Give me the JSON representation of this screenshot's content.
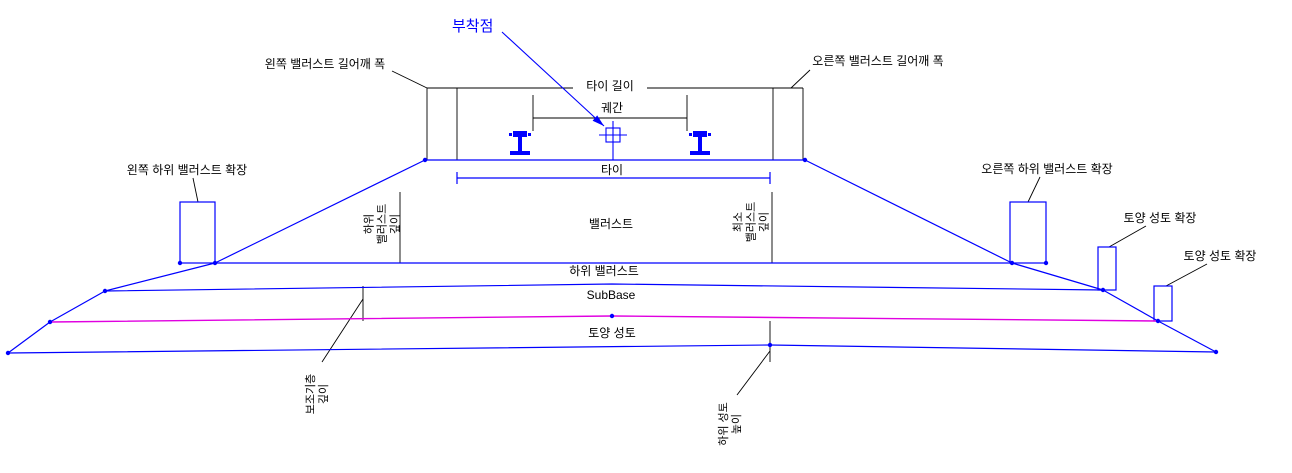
{
  "labels": {
    "attach_point": "부착점",
    "left_shoulder_width": "왼쪽 밸러스트 길어깨 폭",
    "right_shoulder_width": "오른쪽 밸러스트 길어깨 폭",
    "tie_length": "타이 길이",
    "gauge": "궤간",
    "tie": "타이",
    "ballast": "밸러스트",
    "sub_ballast": "하위 밸러스트",
    "subbase": "SubBase",
    "soil_fill": "토양 성토",
    "left_subballast_extension": "왼쪽 하위 밸러스트 확장",
    "right_subballast_extension": "오른쪽 하위 밸러스트 확장",
    "soil_extension_upper": "토양 성토 확장",
    "soil_extension_lower": "토양 성토 확장",
    "subballast_depth": "하위\n밸러스트\n깊이",
    "min_ballast_depth": "최소\n밸러스트\n깊이",
    "subbase_depth": "보조기층\n깊이",
    "lower_fill_height": "하위 성토\n높이"
  },
  "colors": {
    "outline_blue": "#0000ff",
    "datum_magenta": "#e000e0",
    "leader_black": "#000000",
    "attach_point_text": "#0000ff"
  }
}
